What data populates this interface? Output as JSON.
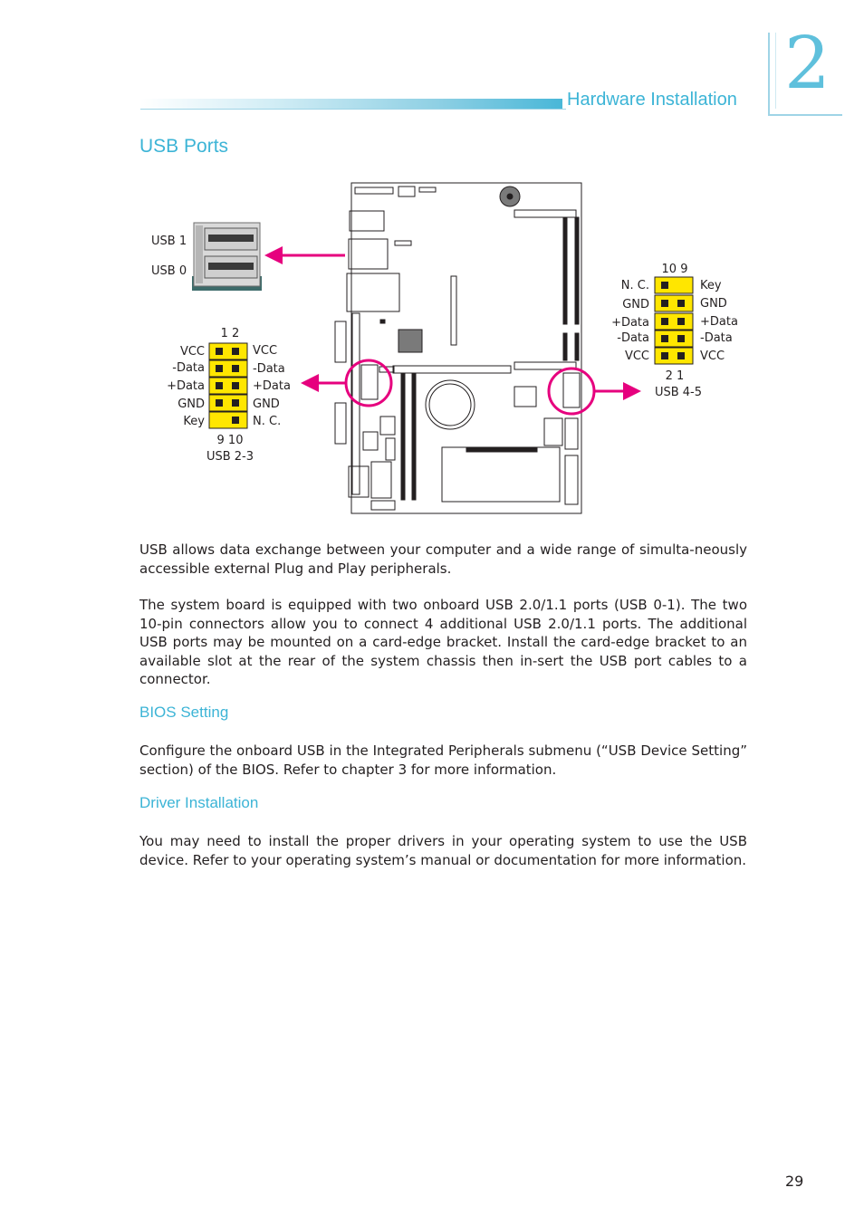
{
  "header": {
    "chapter_number": "2",
    "title": "Hardware Installation"
  },
  "section": {
    "title": "USB Ports"
  },
  "diagram": {
    "rear_ports": {
      "usb1_label": "USB 1",
      "usb0_label": "USB 0"
    },
    "usb23": {
      "pin_top": "1  2",
      "pin_bottom": "9 10",
      "name": "USB 2-3",
      "left_labels": [
        "VCC",
        "-Data",
        "+Data",
        "GND",
        "Key"
      ],
      "right_labels": [
        "VCC",
        "-Data",
        "+Data",
        "GND",
        "N. C."
      ]
    },
    "usb45": {
      "pin_top": "10  9",
      "pin_bottom": "2  1",
      "name": "USB 4-5",
      "left_labels": [
        "N. C.",
        "GND",
        "+Data",
        "-Data",
        "VCC"
      ],
      "right_labels": [
        "Key",
        "GND",
        "+Data",
        "-Data",
        "VCC"
      ]
    },
    "colors": {
      "pin_header": "#ffe600",
      "callout": "#e6007e",
      "board_line": "#231f20"
    }
  },
  "paragraphs": {
    "intro": "USB allows data exchange between your computer and a wide range of simulta-neously accessible external Plug and Play peripherals.",
    "board": "The system board is equipped with two onboard USB 2.0/1.1 ports (USB 0-1). The two 10-pin connectors allow you to connect 4 additional USB 2.0/1.1 ports. The additional USB ports may be mounted on a card-edge bracket. Install the card-edge bracket to an available slot at the rear of the system chassis then in-sert the USB port cables to a connector."
  },
  "bios": {
    "title": "BIOS Setting",
    "text": "Configure the onboard USB in the Integrated Peripherals submenu (“USB Device Setting” section) of the BIOS. Refer to chapter 3 for more information."
  },
  "driver": {
    "title": "Driver Installation",
    "text": "You may need to install the proper drivers in your operating system to use the USB device. Refer to your operating system’s manual or documentation for more information."
  },
  "footer": {
    "page_number": "29"
  }
}
